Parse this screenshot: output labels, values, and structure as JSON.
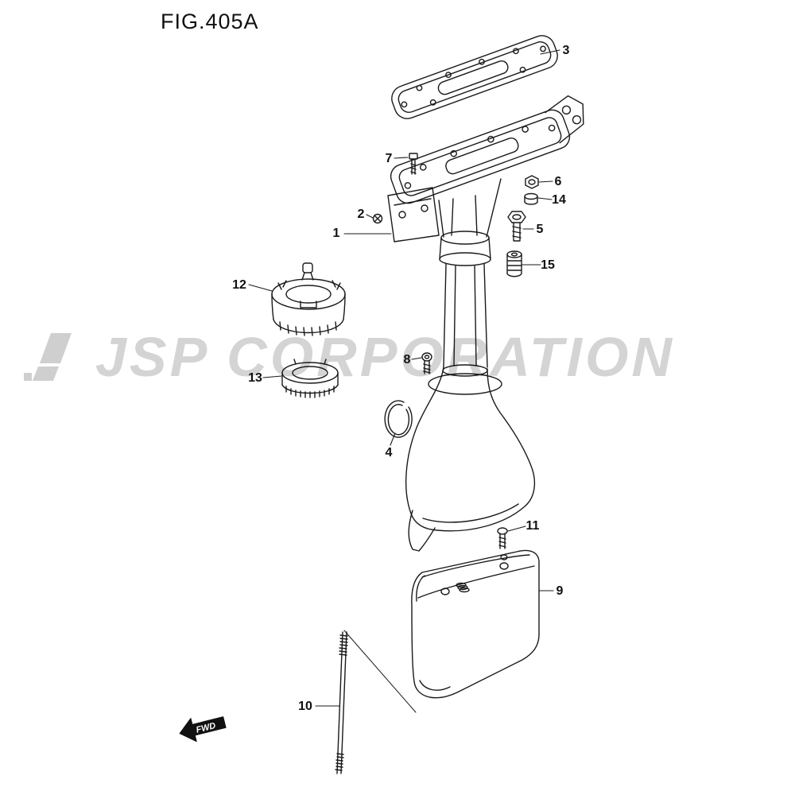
{
  "figure": {
    "title": "FIG.405A",
    "watermark": "JSP CORPORATION",
    "fwd_label": "FWD"
  },
  "part_labels": {
    "p1": "1",
    "p2": "2",
    "p3": "3",
    "p4": "4",
    "p5": "5",
    "p6": "6",
    "p7": "7",
    "p8": "8",
    "p9": "9",
    "p10": "10",
    "p11": "11",
    "p12": "12",
    "p13": "13",
    "p14": "14",
    "p15": "15"
  },
  "colors": {
    "line": "#1a1a1a",
    "watermark": "#d4d4d4",
    "background": "#ffffff"
  }
}
